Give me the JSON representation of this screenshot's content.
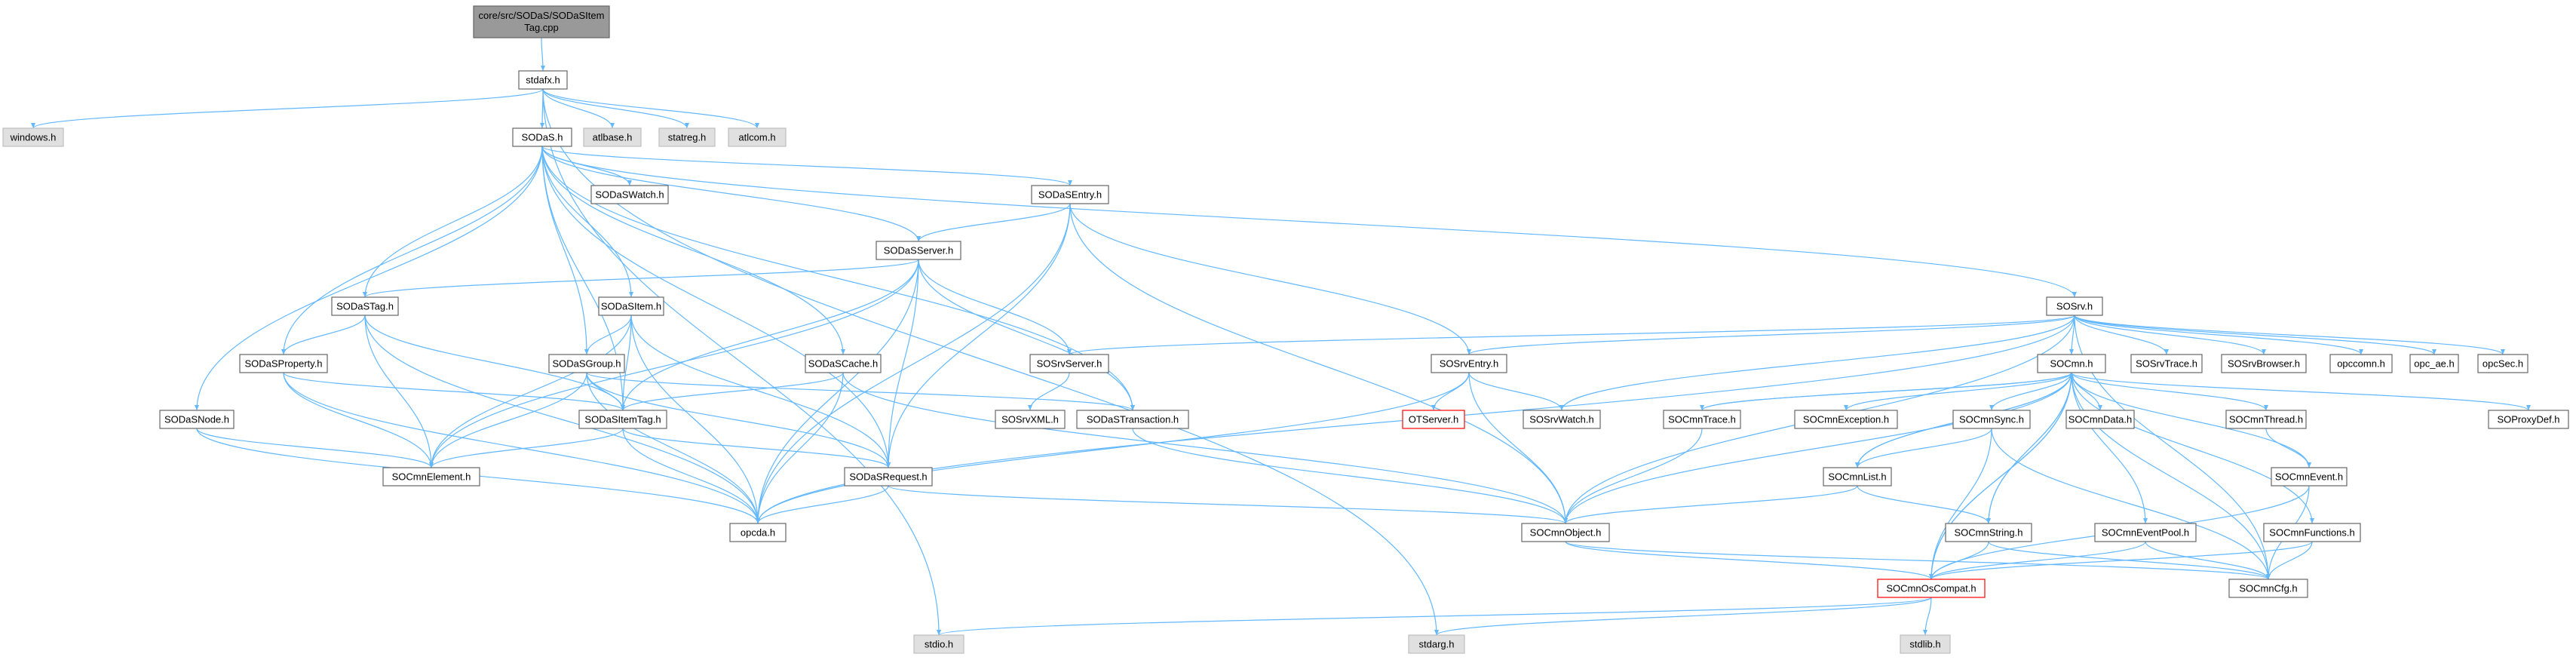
{
  "colors": {
    "edge": "#63b8ff",
    "node_fill": "#ffffff",
    "node_border": "#666666",
    "root_fill": "#999999",
    "root_border": "#666666",
    "system_fill": "#e0e0e0",
    "system_border": "#bfbfbf",
    "missing_border": "#ff0000"
  },
  "nodes": [
    {
      "id": "root",
      "label": "core/src/SODaS/SODaSItemTag.cpp",
      "kind": "root"
    },
    {
      "id": "stdafx",
      "label": "stdafx.h",
      "kind": "normal"
    },
    {
      "id": "windows",
      "label": "windows.h",
      "kind": "system"
    },
    {
      "id": "atlbase",
      "label": "atlbase.h",
      "kind": "system"
    },
    {
      "id": "statreg",
      "label": "statreg.h",
      "kind": "system"
    },
    {
      "id": "atlcom",
      "label": "atlcom.h",
      "kind": "system"
    },
    {
      "id": "SODaS",
      "label": "SODaS.h",
      "kind": "normal"
    },
    {
      "id": "SODaSWatch",
      "label": "SODaSWatch.h",
      "kind": "normal"
    },
    {
      "id": "SODaSEntry",
      "label": "SODaSEntry.h",
      "kind": "normal"
    },
    {
      "id": "SODaSServer",
      "label": "SODaSServer.h",
      "kind": "normal"
    },
    {
      "id": "SODaSTag",
      "label": "SODaSTag.h",
      "kind": "normal"
    },
    {
      "id": "SODaSItem",
      "label": "SODaSItem.h",
      "kind": "normal"
    },
    {
      "id": "SOSrv",
      "label": "SOSrv.h",
      "kind": "normal"
    },
    {
      "id": "SODaSProperty",
      "label": "SODaSProperty.h",
      "kind": "normal"
    },
    {
      "id": "SODaSGroup",
      "label": "SODaSGroup.h",
      "kind": "normal"
    },
    {
      "id": "SODaSCache",
      "label": "SODaSCache.h",
      "kind": "normal"
    },
    {
      "id": "SOSrvServer",
      "label": "SOSrvServer.h",
      "kind": "normal"
    },
    {
      "id": "SOSrvEntry",
      "label": "SOSrvEntry.h",
      "kind": "normal"
    },
    {
      "id": "SOSrvTrace",
      "label": "SOSrvTrace.h",
      "kind": "normal"
    },
    {
      "id": "SOSrvBrowser",
      "label": "SOSrvBrowser.h",
      "kind": "normal"
    },
    {
      "id": "opccomn",
      "label": "opccomn.h",
      "kind": "normal"
    },
    {
      "id": "opc_ae",
      "label": "opc_ae.h",
      "kind": "normal"
    },
    {
      "id": "opcSec",
      "label": "opcSec.h",
      "kind": "normal"
    },
    {
      "id": "SOCmn",
      "label": "SOCmn.h",
      "kind": "normal"
    },
    {
      "id": "SODaSNode",
      "label": "SODaSNode.h",
      "kind": "normal"
    },
    {
      "id": "SODaSItemTag",
      "label": "SODaSItemTag.h",
      "kind": "normal"
    },
    {
      "id": "SOSrvXML",
      "label": "SOSrvXML.h",
      "kind": "normal"
    },
    {
      "id": "SODaSTransaction",
      "label": "SODaSTransaction.h",
      "kind": "normal"
    },
    {
      "id": "OTServer",
      "label": "OTServer.h",
      "kind": "missing"
    },
    {
      "id": "SOSrvWatch",
      "label": "SOSrvWatch.h",
      "kind": "normal"
    },
    {
      "id": "SOCmnTrace",
      "label": "SOCmnTrace.h",
      "kind": "normal"
    },
    {
      "id": "SOCmnException",
      "label": "SOCmnException.h",
      "kind": "normal"
    },
    {
      "id": "SOCmnSync",
      "label": "SOCmnSync.h",
      "kind": "normal"
    },
    {
      "id": "SOCmnData",
      "label": "SOCmnData.h",
      "kind": "normal"
    },
    {
      "id": "SOCmnThread",
      "label": "SOCmnThread.h",
      "kind": "normal"
    },
    {
      "id": "SOProxyDef",
      "label": "SOProxyDef.h",
      "kind": "normal"
    },
    {
      "id": "SOCmnElement",
      "label": "SOCmnElement.h",
      "kind": "normal"
    },
    {
      "id": "SODaSRequest",
      "label": "SODaSRequest.h",
      "kind": "normal"
    },
    {
      "id": "SOCmnList",
      "label": "SOCmnList.h",
      "kind": "normal"
    },
    {
      "id": "SOCmnEvent",
      "label": "SOCmnEvent.h",
      "kind": "normal"
    },
    {
      "id": "opcda",
      "label": "opcda.h",
      "kind": "normal"
    },
    {
      "id": "SOCmnObject",
      "label": "SOCmnObject.h",
      "kind": "normal"
    },
    {
      "id": "SOCmnString",
      "label": "SOCmnString.h",
      "kind": "normal"
    },
    {
      "id": "SOCmnEventPool",
      "label": "SOCmnEventPool.h",
      "kind": "normal"
    },
    {
      "id": "SOCmnFunctions",
      "label": "SOCmnFunctions.h",
      "kind": "normal"
    },
    {
      "id": "SOCmnOsCompat",
      "label": "SOCmnOsCompat.h",
      "kind": "missing"
    },
    {
      "id": "SOCmnCfg",
      "label": "SOCmnCfg.h",
      "kind": "normal"
    },
    {
      "id": "stdio",
      "label": "stdio.h",
      "kind": "system"
    },
    {
      "id": "stdarg",
      "label": "stdarg.h",
      "kind": "system"
    },
    {
      "id": "stdlib",
      "label": "stdlib.h",
      "kind": "system"
    }
  ],
  "edges": [
    [
      "root",
      "stdafx"
    ],
    [
      "stdafx",
      "windows"
    ],
    [
      "stdafx",
      "atlbase"
    ],
    [
      "stdafx",
      "statreg"
    ],
    [
      "stdafx",
      "atlcom"
    ],
    [
      "stdafx",
      "SODaS"
    ],
    [
      "stdafx",
      "stdio"
    ],
    [
      "stdafx",
      "stdarg"
    ],
    [
      "SODaS",
      "SODaSWatch"
    ],
    [
      "SODaS",
      "SODaSEntry"
    ],
    [
      "SODaS",
      "SODaSServer"
    ],
    [
      "SODaS",
      "SODaSTag"
    ],
    [
      "SODaS",
      "SODaSItem"
    ],
    [
      "SODaS",
      "SOSrv"
    ],
    [
      "SODaS",
      "SODaSProperty"
    ],
    [
      "SODaS",
      "SODaSGroup"
    ],
    [
      "SODaS",
      "SODaSCache"
    ],
    [
      "SODaS",
      "SODaSNode"
    ],
    [
      "SODaS",
      "SODaSItemTag"
    ],
    [
      "SODaS",
      "SODaSRequest"
    ],
    [
      "SODaS",
      "SODaSTransaction"
    ],
    [
      "SODaSEntry",
      "SODaSServer"
    ],
    [
      "SODaSEntry",
      "SOSrvEntry"
    ],
    [
      "SODaSEntry",
      "opcda"
    ],
    [
      "SODaSEntry",
      "SOCmnObject"
    ],
    [
      "SODaSEntry",
      "SODaSRequest"
    ],
    [
      "SODaSServer",
      "SODaSTag"
    ],
    [
      "SODaSServer",
      "SOSrvServer"
    ],
    [
      "SODaSServer",
      "SODaSItemTag"
    ],
    [
      "SODaSServer",
      "SODaSTransaction"
    ],
    [
      "SODaSServer",
      "SODaSRequest"
    ],
    [
      "SODaSServer",
      "opcda"
    ],
    [
      "SODaSServer",
      "SOCmnElement"
    ],
    [
      "SODaSTag",
      "SODaSProperty"
    ],
    [
      "SODaSTag",
      "SODaSItemTag"
    ],
    [
      "SODaSTag",
      "SOCmnElement"
    ],
    [
      "SODaSTag",
      "opcda"
    ],
    [
      "SODaSItem",
      "SODaSGroup"
    ],
    [
      "SODaSItem",
      "SODaSItemTag"
    ],
    [
      "SODaSItem",
      "SODaSRequest"
    ],
    [
      "SODaSItem",
      "SOCmnElement"
    ],
    [
      "SODaSItem",
      "opcda"
    ],
    [
      "SODaSProperty",
      "SOCmnElement"
    ],
    [
      "SODaSProperty",
      "opcda"
    ],
    [
      "SODaSProperty",
      "SODaSItemTag"
    ],
    [
      "SODaSGroup",
      "SODaSItemTag"
    ],
    [
      "SODaSGroup",
      "SODaSRequest"
    ],
    [
      "SODaSGroup",
      "SOCmnElement"
    ],
    [
      "SODaSGroup",
      "SODaSTransaction"
    ],
    [
      "SODaSGroup",
      "opcda"
    ],
    [
      "SODaSCache",
      "SODaSItemTag"
    ],
    [
      "SODaSCache",
      "opcda"
    ],
    [
      "SODaSCache",
      "SOCmnObject"
    ],
    [
      "SODaSNode",
      "SOCmnElement"
    ],
    [
      "SODaSNode",
      "opcda"
    ],
    [
      "SODaSItemTag",
      "SOCmnElement"
    ],
    [
      "SODaSItemTag",
      "SODaSRequest"
    ],
    [
      "SODaSItemTag",
      "opcda"
    ],
    [
      "SODaSRequest",
      "opcda"
    ],
    [
      "SODaSRequest",
      "SOCmnObject"
    ],
    [
      "SODaSTransaction",
      "SOCmnObject"
    ],
    [
      "SOSrvServer",
      "SOSrvXML"
    ],
    [
      "SOSrv",
      "SOSrvServer"
    ],
    [
      "SOSrv",
      "SOSrvEntry"
    ],
    [
      "SOSrv",
      "SOSrvTrace"
    ],
    [
      "SOSrv",
      "SOSrvBrowser"
    ],
    [
      "SOSrv",
      "opccomn"
    ],
    [
      "SOSrv",
      "opc_ae"
    ],
    [
      "SOSrv",
      "opcSec"
    ],
    [
      "SOSrv",
      "SOCmn"
    ],
    [
      "SOSrv",
      "SOSrvWatch"
    ],
    [
      "SOSrv",
      "opcda"
    ],
    [
      "SOSrv",
      "SOCmnObject"
    ],
    [
      "SOSrv",
      "SOCmnCfg"
    ],
    [
      "SOSrvEntry",
      "OTServer"
    ],
    [
      "SOSrvEntry",
      "SOSrvWatch"
    ],
    [
      "SOSrvEntry",
      "SOCmnObject"
    ],
    [
      "SOSrvEntry",
      "opcda"
    ],
    [
      "SOCmn",
      "SOCmnTrace"
    ],
    [
      "SOCmn",
      "SOCmnException"
    ],
    [
      "SOCmn",
      "SOCmnSync"
    ],
    [
      "SOCmn",
      "SOCmnData"
    ],
    [
      "SOCmn",
      "SOCmnThread"
    ],
    [
      "SOCmn",
      "SOProxyDef"
    ],
    [
      "SOCmn",
      "SOCmnList"
    ],
    [
      "SOCmn",
      "SOCmnString"
    ],
    [
      "SOCmn",
      "SOCmnEventPool"
    ],
    [
      "SOCmn",
      "SOCmnFunctions"
    ],
    [
      "SOCmn",
      "SOCmnEvent"
    ],
    [
      "SOCmn",
      "SOCmnObject"
    ],
    [
      "SOCmn",
      "SOCmnOsCompat"
    ],
    [
      "SOCmn",
      "SOCmnCfg"
    ],
    [
      "SOCmnTrace",
      "SOCmnObject"
    ],
    [
      "SOCmnTrace",
      "SOCmn"
    ],
    [
      "SOCmnSync",
      "SOCmnList"
    ],
    [
      "SOCmnSync",
      "SOCmnOsCompat"
    ],
    [
      "SOCmnSync",
      "SOCmnCfg"
    ],
    [
      "SOCmnList",
      "SOCmnObject"
    ],
    [
      "SOCmnList",
      "SOCmnString"
    ],
    [
      "SOCmnList",
      "SOCmn"
    ],
    [
      "SOCmnThread",
      "SOCmnEvent"
    ],
    [
      "SOCmnEvent",
      "SOCmnOsCompat"
    ],
    [
      "SOCmnEvent",
      "SOCmnCfg"
    ],
    [
      "SOCmnString",
      "SOCmnOsCompat"
    ],
    [
      "SOCmnString",
      "SOCmnCfg"
    ],
    [
      "SOCmnString",
      "SOCmn"
    ],
    [
      "SOCmnEventPool",
      "SOCmnOsCompat"
    ],
    [
      "SOCmnEventPool",
      "SOCmnCfg"
    ],
    [
      "SOCmnFunctions",
      "SOCmnOsCompat"
    ],
    [
      "SOCmnFunctions",
      "SOCmnCfg"
    ],
    [
      "SOCmnObject",
      "SOCmnOsCompat"
    ],
    [
      "SOCmnObject",
      "SOCmnCfg"
    ],
    [
      "SOCmnOsCompat",
      "stdio"
    ],
    [
      "SOCmnOsCompat",
      "stdarg"
    ],
    [
      "SOCmnOsCompat",
      "stdlib"
    ],
    [
      "SOCmnOsCompat",
      "SOCmn"
    ]
  ]
}
